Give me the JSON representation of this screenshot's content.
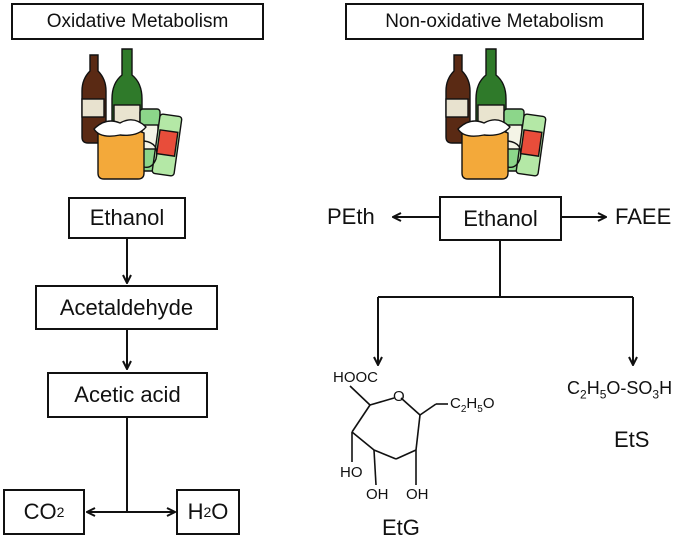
{
  "oxidative": {
    "title": "Oxidative Metabolism",
    "ethanol": "Ethanol",
    "acetaldehyde": "Acetaldehyde",
    "acetic_acid": "Acetic acid",
    "co2": {
      "base": "CO",
      "sub": "2"
    },
    "h2o": {
      "base1": "H",
      "sub": "2",
      "base2": "O"
    }
  },
  "non_oxidative": {
    "title": "Non-oxidative Metabolism",
    "ethanol": "Ethanol",
    "peth": "PEth",
    "faee": "FAEE",
    "etg": "EtG",
    "ets": "EtS",
    "etg_structure": {
      "hooc": "HOOC",
      "ring_o": "O",
      "side_chain": {
        "c": "C",
        "s1": "2",
        "h": "H",
        "s2": "5",
        "o": "O"
      },
      "oh_left": "HO",
      "oh_bottom1": "OH",
      "oh_bottom2": "OH"
    },
    "ets_formula": {
      "c": "C",
      "s1": "2",
      "h": "H",
      "s2": "5",
      "mid": "O-SO",
      "s3": "3",
      "end": "H"
    }
  }
}
